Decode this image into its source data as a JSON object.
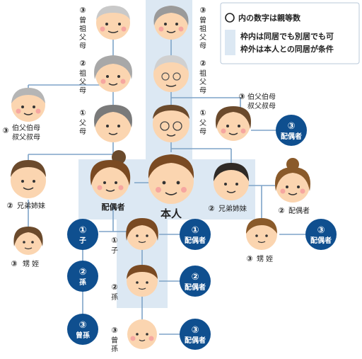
{
  "colors": {
    "zone": "#dce8f3",
    "line": "#7fa4c8",
    "node_blue": "#0f4f8f",
    "skin": "#fbd5b0",
    "cheek": "#f6a6a0"
  },
  "legend": {
    "circle_desc": "内の数字は親等数",
    "box_desc_1": "枠内は同居でも別居でも可",
    "box_desc_2": "枠外は本人との同居が条件"
  },
  "labels": {
    "great_grandparent_v": {
      "num": "③",
      "text": "曾祖父母"
    },
    "grandparent_v": {
      "num": "②",
      "text": "祖父母"
    },
    "parent_v": {
      "num": "①",
      "text": "父母"
    },
    "great_grandparent_h": {
      "num": "③",
      "text": "曾祖父母"
    },
    "grandparent_h": {
      "num": "②",
      "text": "祖父母"
    },
    "parent_h": {
      "num": "①",
      "text": "父母"
    },
    "uncle_left": {
      "num": "③",
      "line1": "伯父伯母",
      "line2": "叔父叔母"
    },
    "uncle_right": {
      "num": "③",
      "line1": "伯父伯母",
      "line2": "叔父叔母"
    },
    "sibling_left": {
      "num": "②",
      "text": "兄弟姉妹"
    },
    "sibling_right": {
      "num": "②",
      "text": "兄弟姉妹"
    },
    "nephew_left": {
      "num": "③",
      "text": "甥 姪"
    },
    "nephew_right": {
      "num": "③",
      "text": "甥 姪"
    },
    "spouse_self": "配偶者",
    "self": "本人",
    "spouse_sibling_right": {
      "num": "②",
      "text": "配偶者"
    },
    "child_v": {
      "num": "①",
      "text": "子"
    },
    "grandchild_v": {
      "num": "②",
      "text": "孫"
    },
    "great_grandchild_v": {
      "num": "③",
      "text": "曾孫"
    }
  },
  "blue_nodes": {
    "spouse_uncle": {
      "num": "③",
      "text": "配偶者"
    },
    "spouse_child": {
      "num": "①",
      "text": "配偶者"
    },
    "spouse_grandchild": {
      "num": "②",
      "text": "配偶者"
    },
    "spouse_great_grandchild": {
      "num": "③",
      "text": "配偶者"
    },
    "spouse_nephew": {
      "num": "③",
      "text": "配偶者"
    },
    "spouse_side_child": {
      "num": "①",
      "text": "子"
    },
    "spouse_side_grandchild": {
      "num": "②",
      "text": "孫"
    },
    "spouse_side_great_grandchild": {
      "num": "③",
      "text": "曾孫"
    }
  }
}
